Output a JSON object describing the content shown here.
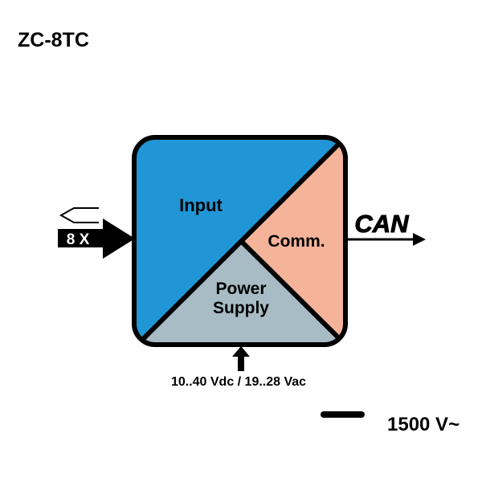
{
  "title": "ZC-8TC",
  "input_label": "Input",
  "comm_label": "Comm.",
  "power_label_line1": "Power",
  "power_label_line2": "Supply",
  "input_count": "8 X",
  "output_label": "CAN",
  "supply_spec": "10..40 Vdc / 19..28 Vac",
  "isolation": "1500 V~",
  "icons": {
    "thermocouple": "thermocouple-icon",
    "input_arrow": "input-arrow-icon",
    "output_arrow": "output-arrow-icon",
    "supply_arrow": "supply-arrow-icon",
    "isolation_bar": "isolation-bar-icon"
  },
  "colors": {
    "input": "#2196d6",
    "comm": "#f5b49a",
    "power": "#a8bcc6",
    "outline": "#000000"
  }
}
